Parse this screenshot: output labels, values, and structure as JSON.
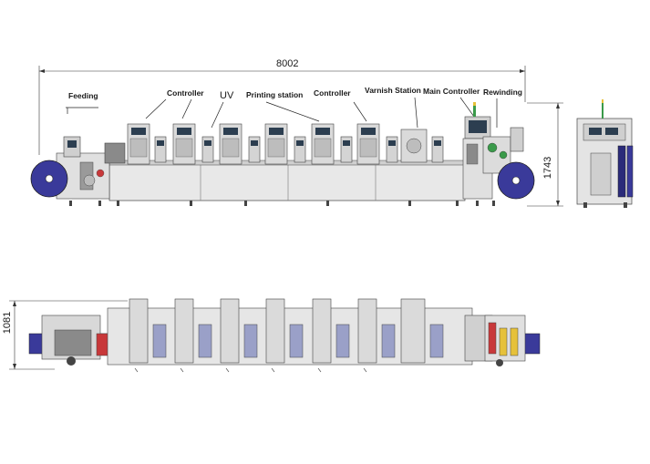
{
  "dimensions": {
    "length": "8002",
    "height": "1743",
    "width": "1081"
  },
  "labels": {
    "feeding": "Feeding",
    "controller_left": "Controller",
    "uv": "UV",
    "printing_station": "Printing station",
    "controller_right": "Controller",
    "varnish_station": "Varnish Station",
    "main_controller": "Main Controller",
    "rewinding": "Rewinding"
  },
  "colors": {
    "roll": "#3a3a9a",
    "roll_dark": "#2b2b7a",
    "frame": "#e4e4e4",
    "accent_red": "#c8383a",
    "accent_yellow": "#e6c13a",
    "accent_green": "#3a9a4a",
    "screen": "#2c3e50"
  }
}
